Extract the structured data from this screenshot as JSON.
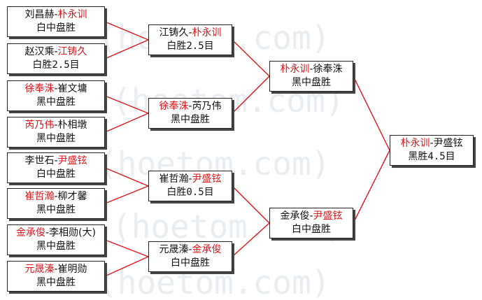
{
  "watermark": "hoetom.com",
  "colors": {
    "winner": "#e0151b",
    "line": "#e0151b",
    "text": "#111111"
  },
  "matches": {
    "r1": [
      {
        "p1": "刘昌赫",
        "p2": "朴永训",
        "winner": 2,
        "result": "白中盘胜"
      },
      {
        "p1": "赵汉乘",
        "p2": "江铸久",
        "winner": 2,
        "result": "白胜2.5目"
      },
      {
        "p1": "徐奉洙",
        "p2": "崔文墉",
        "winner": 1,
        "result": "黑中盘胜"
      },
      {
        "p1": "芮乃伟",
        "p2": "朴相墩",
        "winner": 1,
        "result": "黑中盘胜"
      },
      {
        "p1": "李世石",
        "p2": "尹盛铉",
        "winner": 2,
        "result": "白中盘胜"
      },
      {
        "p1": "崔哲瀚",
        "p2": "柳才馨",
        "winner": 1,
        "result": "黑中盘胜"
      },
      {
        "p1": "金承俊",
        "p2": "李相勋(大)",
        "winner": 1,
        "result": "黑中盘胜"
      },
      {
        "p1": "元晟溱",
        "p2": "崔明勋",
        "winner": 1,
        "result": "黑中盘胜"
      }
    ],
    "r2": [
      {
        "p1": "江铸久",
        "p2": "朴永训",
        "winner": 2,
        "result": "白胜2.5目"
      },
      {
        "p1": "徐奉洙",
        "p2": "芮乃伟",
        "winner": 1,
        "result": "黑中盘胜"
      },
      {
        "p1": "崔哲瀚",
        "p2": "尹盛铉",
        "winner": 2,
        "result": "白胜0.5目"
      },
      {
        "p1": "元晟溱",
        "p2": "金承俊",
        "winner": 2,
        "result": "白中盘胜"
      }
    ],
    "r3": [
      {
        "p1": "朴永训",
        "p2": "徐奉洙",
        "winner": 1,
        "result": "黑中盘胜"
      },
      {
        "p1": "金承俊",
        "p2": "尹盛铉",
        "winner": 2,
        "result": "白中盘胜"
      }
    ],
    "r4": [
      {
        "p1": "朴永训",
        "p2": "尹盛铉",
        "winner": 1,
        "result": "黑胜4.5目"
      }
    ]
  }
}
